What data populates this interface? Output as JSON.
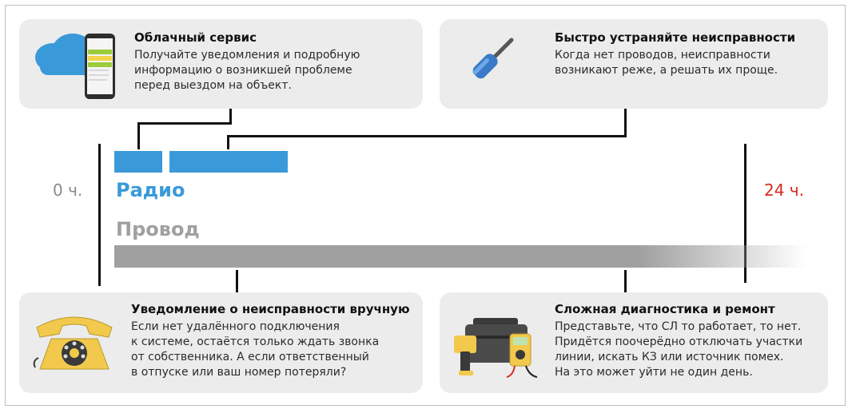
{
  "cards": {
    "cloud": {
      "title": "Облачный сервис",
      "lines": [
        "Получайте уведомления и подробную",
        "информацию о возникшей проблеме",
        "перед выездом на объект."
      ]
    },
    "fix": {
      "title": "Быстро устраняйте неисправности",
      "lines": [
        "Когда нет проводов, неисправности",
        "возникают реже, а решать их проще."
      ]
    },
    "manual": {
      "title": "Уведомление о неисправности вручную",
      "lines": [
        "Если нет удалённого подключения",
        "к системе, остаётся только ждать звонка",
        "от собственника. А если ответственный",
        "в отпуске или ваш номер потеряли?"
      ]
    },
    "diag": {
      "title": "Сложная диагностика и ремонт",
      "lines": [
        "Представьте, что СЛ то работает, то нет.",
        "Придётся поочерёдно отключать участки",
        "линии, искать КЗ или источник помех.",
        "На это может уйти не один день."
      ]
    }
  },
  "timeline": {
    "start_label": "0 ч.",
    "end_label": "24 ч.",
    "radio_label": "Радио",
    "wire_label": "Провод"
  },
  "colors": {
    "radio": "#3a9ad9",
    "wire": "#a0a0a0",
    "start": "#8a8a8a",
    "end": "#d9291c",
    "card_bg": "#ececec"
  }
}
